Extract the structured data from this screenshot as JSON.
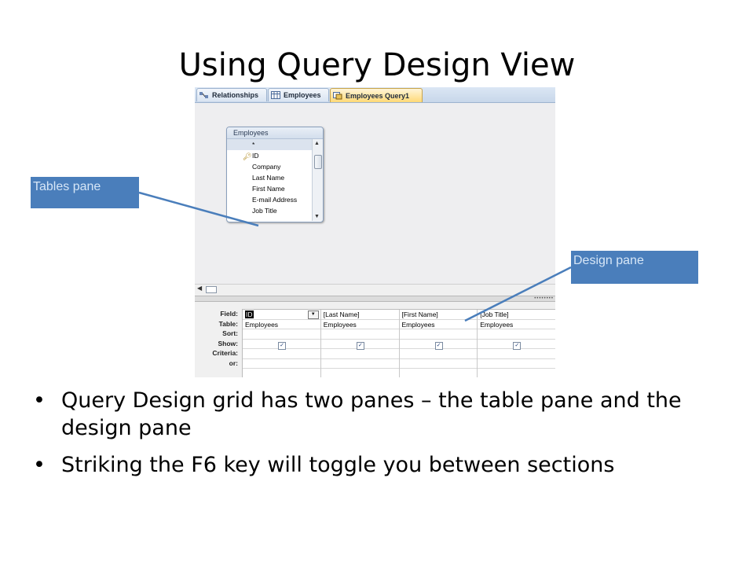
{
  "slide": {
    "title": "Using Query Design View",
    "bullets": [
      "Query Design grid has two panes – the table pane and the design pane",
      "Striking the F6 key will toggle you between sections"
    ]
  },
  "callouts": {
    "tables_pane": "Tables pane",
    "design_pane": "Design pane",
    "color": "#4a7ebb"
  },
  "access_window": {
    "tabs": [
      {
        "label": "Relationships",
        "icon": "relationships-icon",
        "active": false
      },
      {
        "label": "Employees",
        "icon": "table-icon",
        "active": false
      },
      {
        "label": "Employees Query1",
        "icon": "query-icon",
        "active": true
      }
    ],
    "table_box": {
      "title": "Employees",
      "fields": [
        "*",
        "ID",
        "Company",
        "Last Name",
        "First Name",
        "E-mail Address",
        "Job Title"
      ],
      "key_field": "ID"
    },
    "design_grid": {
      "row_labels": [
        "Field:",
        "Table:",
        "Sort:",
        "Show:",
        "Criteria:",
        "or:"
      ],
      "columns": [
        {
          "field": "ID",
          "table": "Employees",
          "show": true
        },
        {
          "field": "[Last Name]",
          "table": "Employees",
          "show": true
        },
        {
          "field": "[First Name]",
          "table": "Employees",
          "show": true
        },
        {
          "field": "[Job Title]",
          "table": "Employees",
          "show": true
        }
      ]
    }
  }
}
